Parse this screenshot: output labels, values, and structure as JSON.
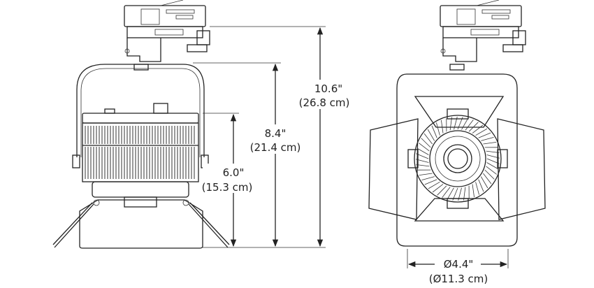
{
  "dimensions": {
    "overall_height": {
      "imperial": "10.6\"",
      "metric": "(26.8 cm)"
    },
    "body_height": {
      "imperial": "8.4\"",
      "metric": "(21.4 cm)"
    },
    "lens_height": {
      "imperial": "6.0\"",
      "metric": "(15.3 cm)"
    },
    "lens_diameter": {
      "imperial": "Ø4.4\"",
      "metric": "(Ø11.3 cm)"
    }
  },
  "colors": {
    "line": "#222222",
    "background": "#ffffff"
  }
}
